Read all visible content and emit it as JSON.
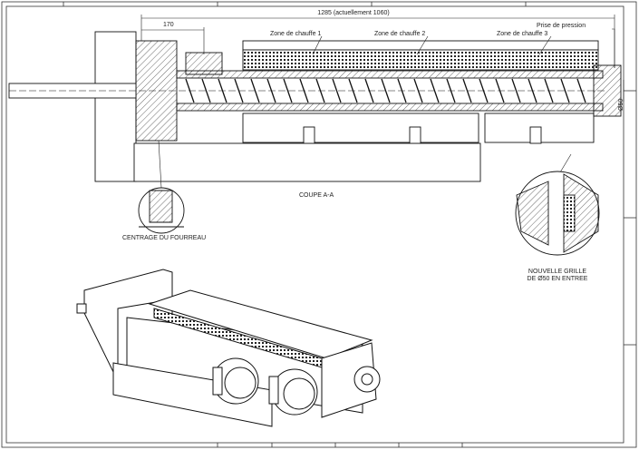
{
  "dimensions": {
    "overall_length": "1285 (actuellement 1060)",
    "offset": "170",
    "diameter": "Ø50"
  },
  "callouts": {
    "zone1": "Zone de chauffe 1",
    "zone2": "Zone de chauffe 2",
    "zone3": "Zone de chauffe 3",
    "pressure_tap": "Prise de pression"
  },
  "views": {
    "section_title": "COUPE A-A",
    "detail_left": "CENTRAGE DU FOURREAU",
    "detail_right_line1": "NOUVELLE GRILLE",
    "detail_right_line2": "DE Ø50 EN ENTREE"
  },
  "colors": {
    "line": "#111111",
    "hatch": "#444444",
    "background": "#ffffff"
  }
}
